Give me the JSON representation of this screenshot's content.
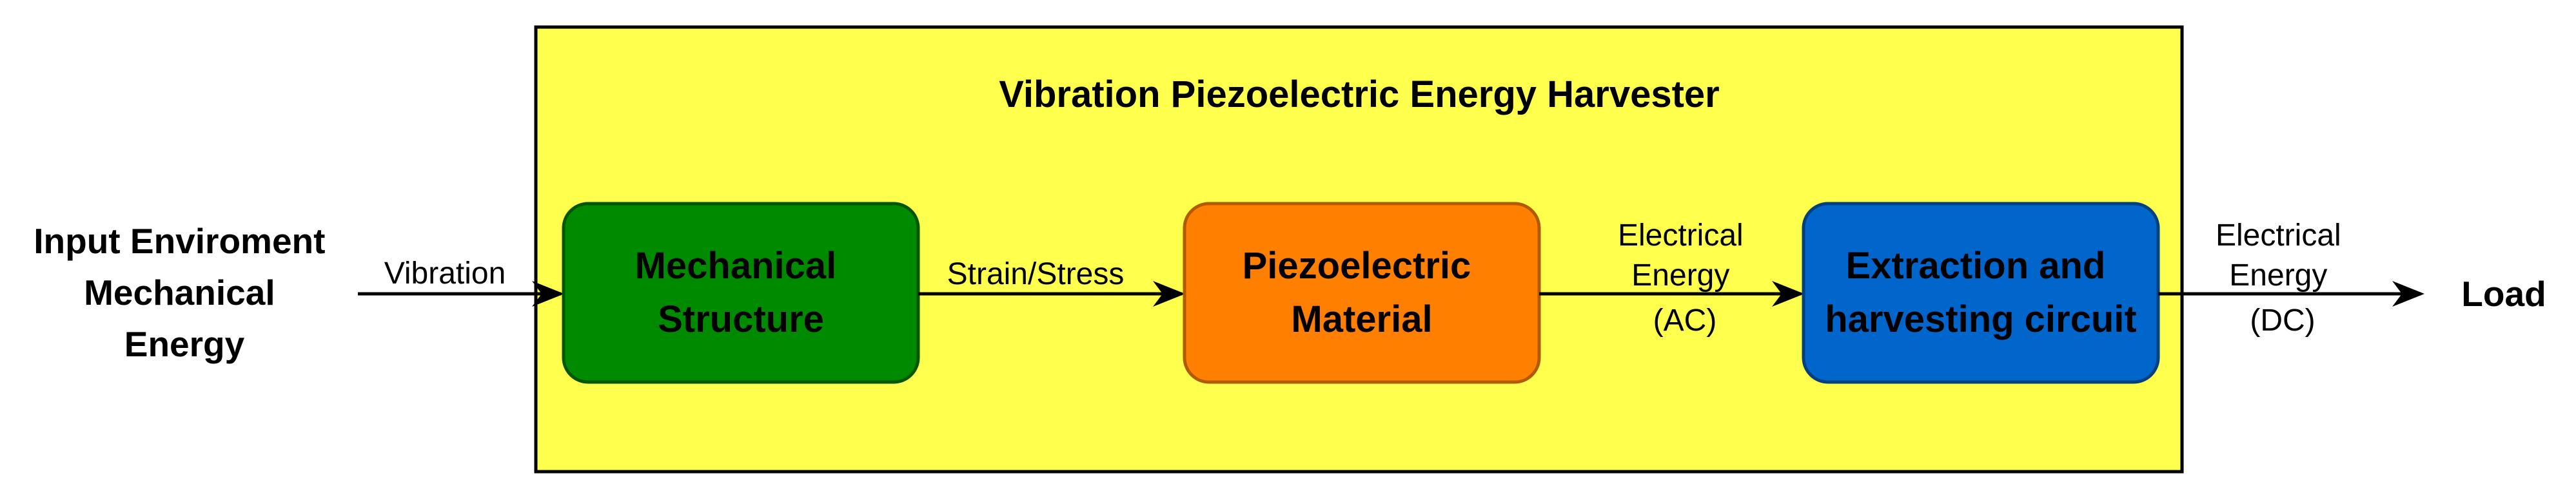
{
  "container": {
    "title": "Vibration Piezoelectric Energy Harvester",
    "fill": "#FFFF4D",
    "stroke": "#000000"
  },
  "input": {
    "lines": [
      "Input Enviroment",
      "Mechanical",
      "Energy"
    ]
  },
  "output": {
    "label": "Load"
  },
  "blocks": [
    {
      "id": "mechanical",
      "lines": [
        "Mechanical",
        "Structure"
      ],
      "fill": "#008A00",
      "stroke": "#005700"
    },
    {
      "id": "piezo",
      "lines": [
        "Piezoelectric",
        "Material"
      ],
      "fill": "#FF8000",
      "stroke": "#B25A00"
    },
    {
      "id": "extraction",
      "lines": [
        "Extraction and",
        "harvesting circuit"
      ],
      "fill": "#0066CC",
      "stroke": "#00407F"
    }
  ],
  "connectors": [
    {
      "id": "vibration",
      "lines": [
        "Vibration"
      ]
    },
    {
      "id": "strain",
      "lines": [
        "Strain/Stress"
      ]
    },
    {
      "id": "electrical-ac",
      "lines": [
        "Electrical",
        "Energy",
        "(AC)"
      ]
    },
    {
      "id": "electrical-dc",
      "lines": [
        "Electrical",
        "Energy",
        "(DC)"
      ]
    }
  ]
}
